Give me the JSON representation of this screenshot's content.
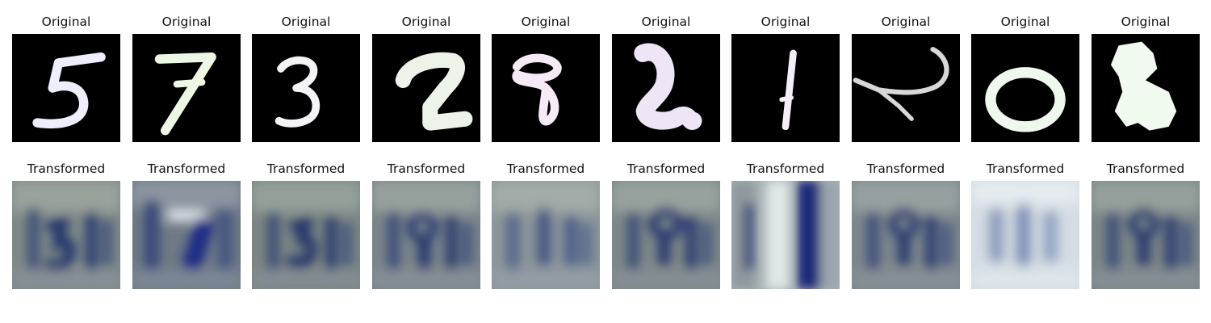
{
  "figure": {
    "rows": [
      {
        "row_name": "original",
        "panels": [
          {
            "title": "Original",
            "digit": "5",
            "ink": "#eeeefc"
          },
          {
            "title": "Original",
            "digit": "7",
            "ink": "#ecf7e4"
          },
          {
            "title": "Original",
            "digit": "3",
            "ink": "#f4f4f6"
          },
          {
            "title": "Original",
            "digit": "2",
            "ink": "#eef3ea"
          },
          {
            "title": "Original",
            "digit": "8",
            "ink": "#f6eaf6"
          },
          {
            "title": "Original",
            "digit": "2",
            "ink": "#eee6f6"
          },
          {
            "title": "Original",
            "digit": "1",
            "ink": "#f4eefa"
          },
          {
            "title": "Original",
            "digit": "2",
            "ink": "#d8d8d8"
          },
          {
            "title": "Original",
            "digit": "0",
            "ink": "#eef8ec"
          },
          {
            "title": "Original",
            "digit": "8",
            "ink": "#f0faee"
          }
        ]
      },
      {
        "row_name": "transformed",
        "panels": [
          {
            "title": "Transformed"
          },
          {
            "title": "Transformed"
          },
          {
            "title": "Transformed"
          },
          {
            "title": "Transformed"
          },
          {
            "title": "Transformed"
          },
          {
            "title": "Transformed"
          },
          {
            "title": "Transformed"
          },
          {
            "title": "Transformed"
          },
          {
            "title": "Transformed"
          },
          {
            "title": "Transformed"
          }
        ]
      }
    ]
  }
}
